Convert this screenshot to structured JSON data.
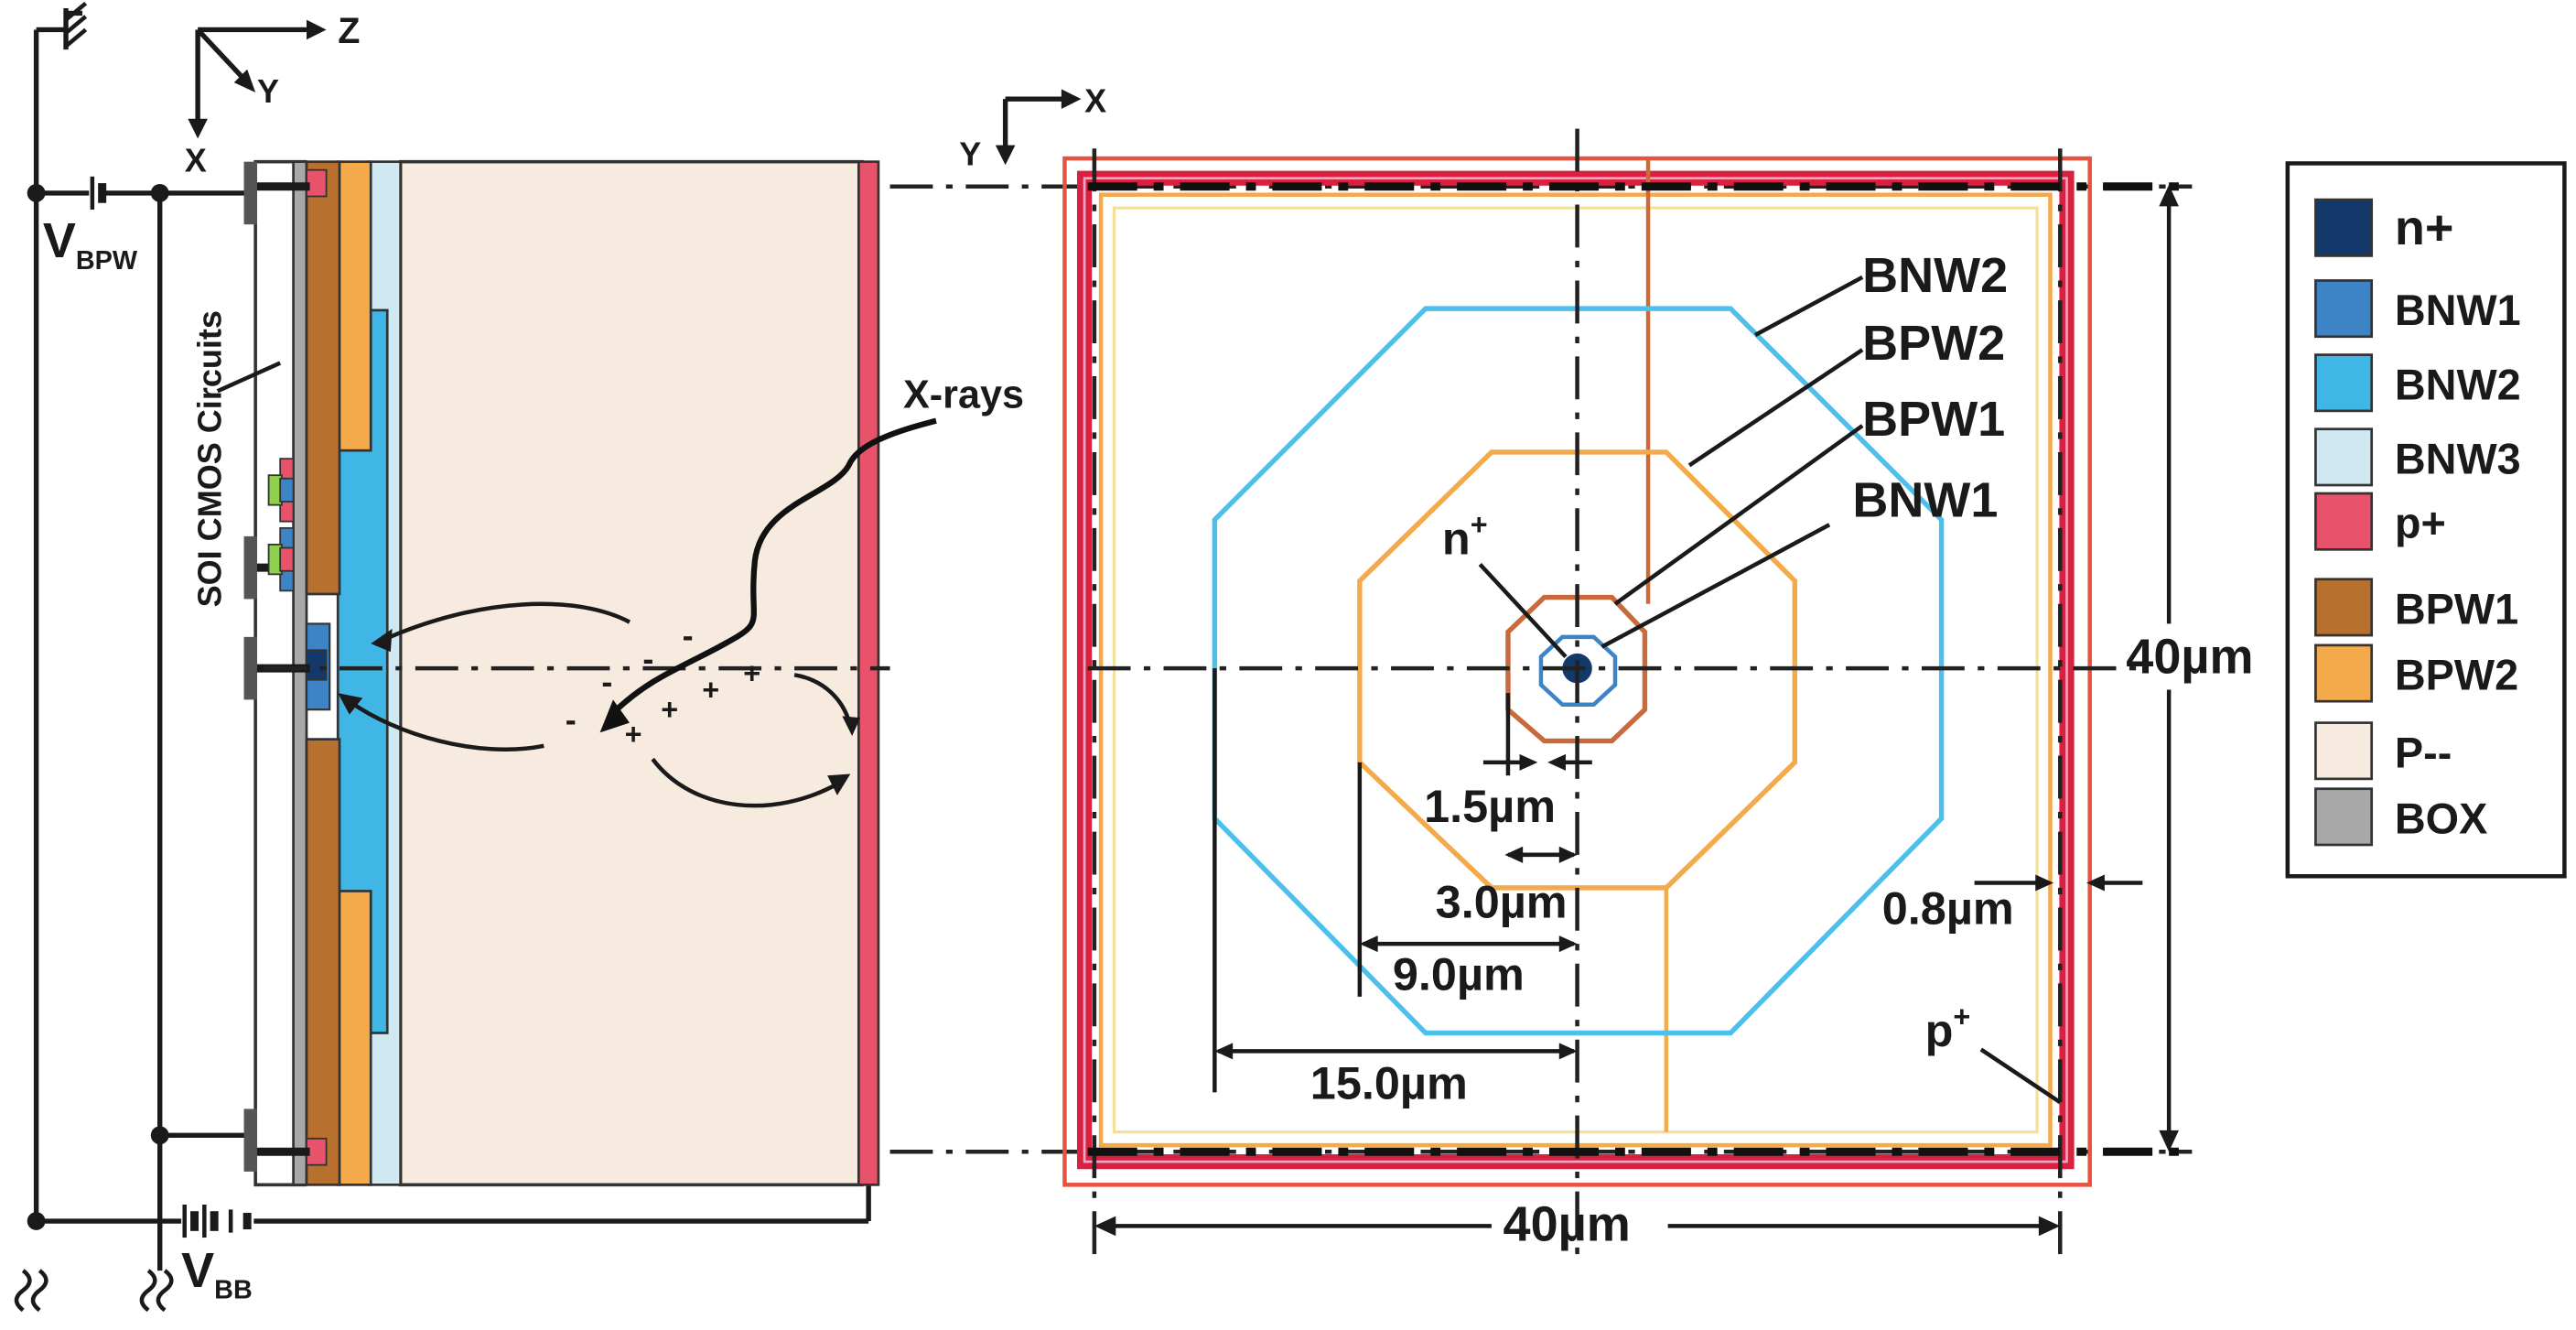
{
  "axes_left": {
    "z": "Z",
    "y": "Y",
    "x": "X"
  },
  "axes_right": {
    "x": "X",
    "y": "Y"
  },
  "cross_section": {
    "vbpw_main": "V",
    "vbpw_sub": "BPW",
    "vbb_main": "V",
    "vbb_sub": "BB",
    "soi_label": "SOI CMOS Circuits",
    "xrays_label": "X-rays",
    "minus_sign": "-",
    "plus_sign": "+"
  },
  "top_view": {
    "bnw2": "BNW2",
    "bpw2": "BPW2",
    "bpw1": "BPW1",
    "bnw1": "BNW1",
    "nplus_main": "n",
    "nplus_sup": "+",
    "pplus_main": "p",
    "pplus_sup": "+",
    "dim_1_5": "1.5µm",
    "dim_3_0": "3.0µm",
    "dim_9_0": "9.0µm",
    "dim_15_0": "15.0µm",
    "dim_0_8": "0.8µm",
    "dim_40_h": "40µm",
    "dim_40_v": "40µm"
  },
  "legend": [
    {
      "label": "n+",
      "color": "#13396b"
    },
    {
      "label": "BNW1",
      "color": "#3d84c7"
    },
    {
      "label": "BNW2",
      "color": "#3fb6e6"
    },
    {
      "label": "BNW3",
      "color": "#cfe8f2"
    },
    {
      "label": "p+",
      "color": "#e8526a"
    },
    {
      "label": "BPW1",
      "color": "#b8702f"
    },
    {
      "label": "BPW2",
      "color": "#f4a94b"
    },
    {
      "label": "P--",
      "color": "#f7ebe0"
    },
    {
      "label": "BOX",
      "color": "#a8a8a8"
    }
  ]
}
